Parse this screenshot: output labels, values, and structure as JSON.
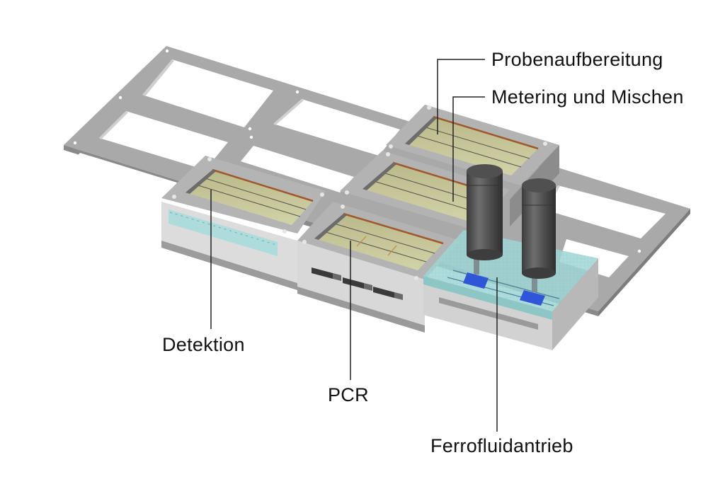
{
  "figure": {
    "title": "Lab-on-chip cartridge module layout",
    "labels": {
      "probenaufbereitung": "Probenaufbereitung",
      "metering": "Metering und Mischen",
      "detektion": "Detektion",
      "pcr": "PCR",
      "ferrofluidantrieb": "Ferrofluidantrieb"
    },
    "components": [
      {
        "id": "base-frame",
        "name": "Grundrahmen"
      },
      {
        "id": "module-detektion",
        "name": "Detektion"
      },
      {
        "id": "module-pcr",
        "name": "PCR"
      },
      {
        "id": "module-metering",
        "name": "Metering und Mischen"
      },
      {
        "id": "module-probenaufbereitung",
        "name": "Probenaufbereitung"
      },
      {
        "id": "module-ferrofluidantrieb",
        "name": "Ferrofluidantrieb"
      },
      {
        "id": "motor-1",
        "name": "Motor"
      },
      {
        "id": "motor-2",
        "name": "Motor"
      }
    ],
    "colors": {
      "frame": "#a7a7a7",
      "frame_light": "#d4d4d4",
      "chamber": "#c7c79a",
      "chamber_rim": "#a0582c",
      "glass": "#9fd6d6",
      "magnet": "#2f55d8",
      "motor": "#5b5b5b",
      "leader": "#222222"
    }
  }
}
